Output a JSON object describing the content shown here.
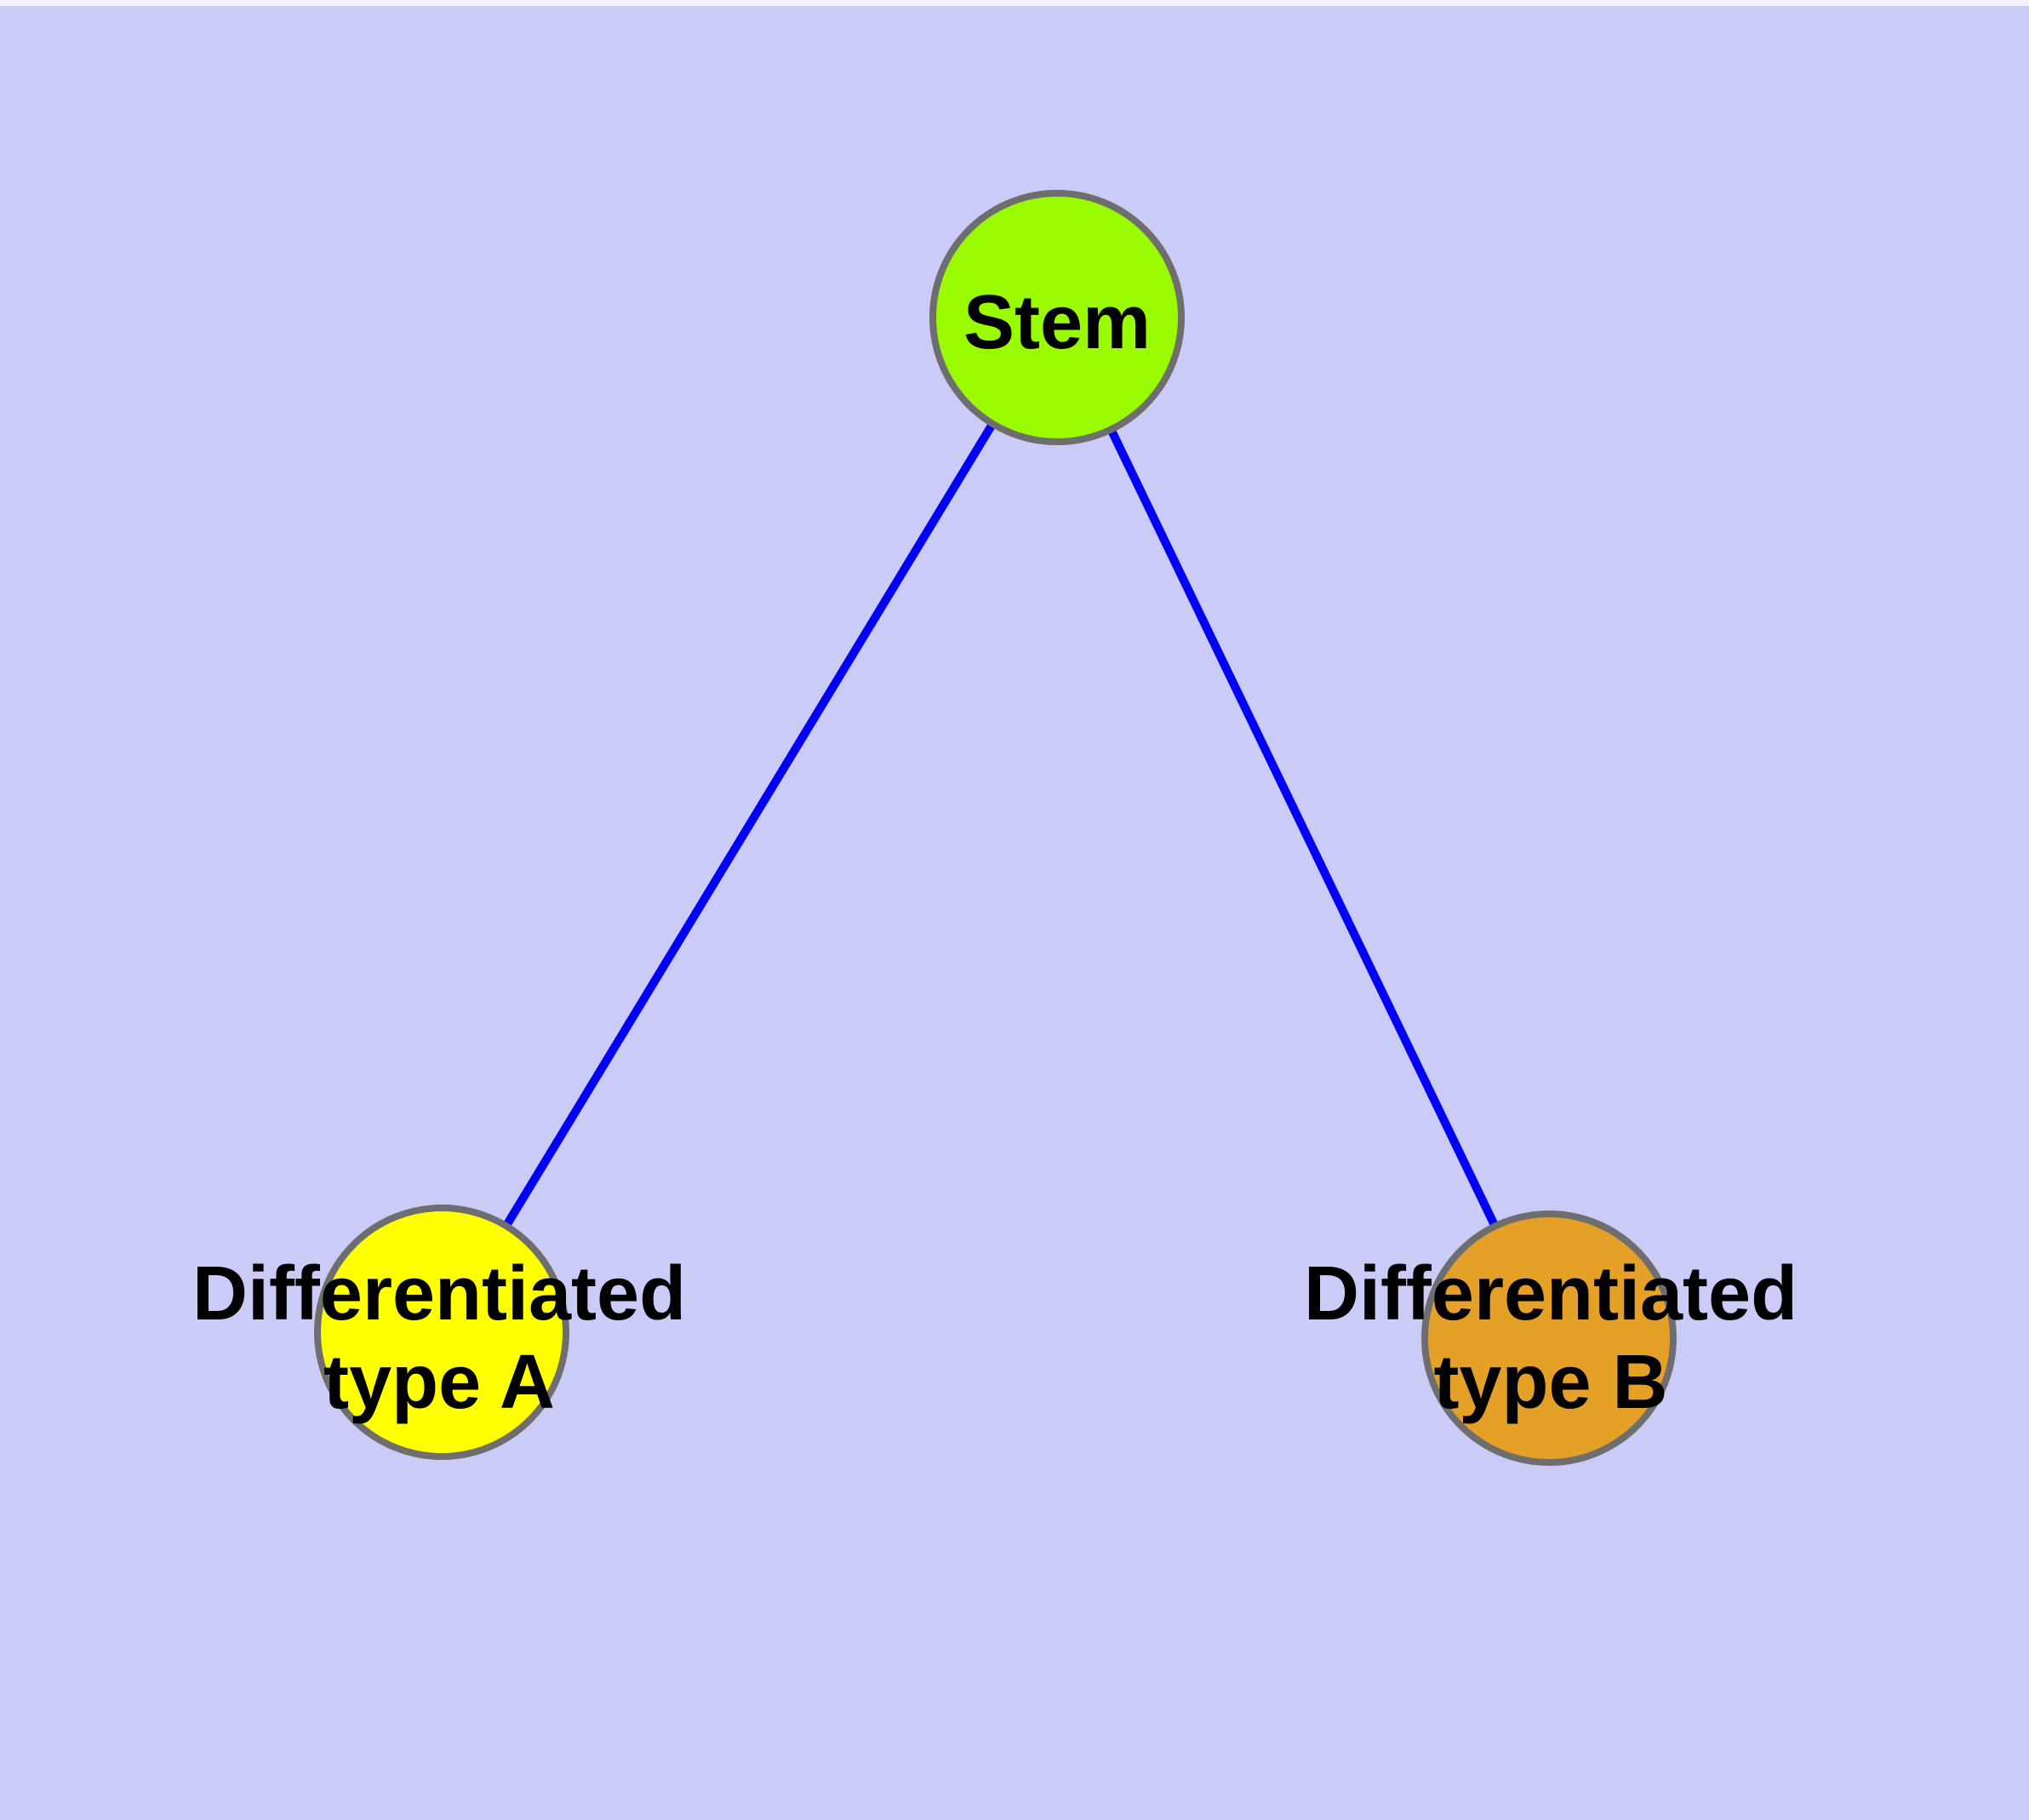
{
  "diagram": {
    "type": "node-link-graph",
    "background_color": "#CBCBF7",
    "top_strip_color": "#F2F2FB",
    "edge_color": "#0000FA",
    "node_border_color": "#6E6E6E",
    "label_color": "#000000",
    "nodes": [
      {
        "id": "stem",
        "label": "Stem",
        "label_lines": [
          "Stem"
        ],
        "fill_color": "#9AFA00"
      },
      {
        "id": "differentiated-type-a",
        "label": "Differentiated type A",
        "label_lines": [
          "Differentiated",
          "type A"
        ],
        "fill_color": "#FFFF00"
      },
      {
        "id": "differentiated-type-b",
        "label": "Differentiated type B",
        "label_lines": [
          "Differentiated",
          "type B"
        ],
        "fill_color": "#E4A027"
      }
    ],
    "edges": [
      {
        "from": "stem",
        "to": "differentiated-type-a"
      },
      {
        "from": "stem",
        "to": "differentiated-type-b"
      }
    ]
  }
}
